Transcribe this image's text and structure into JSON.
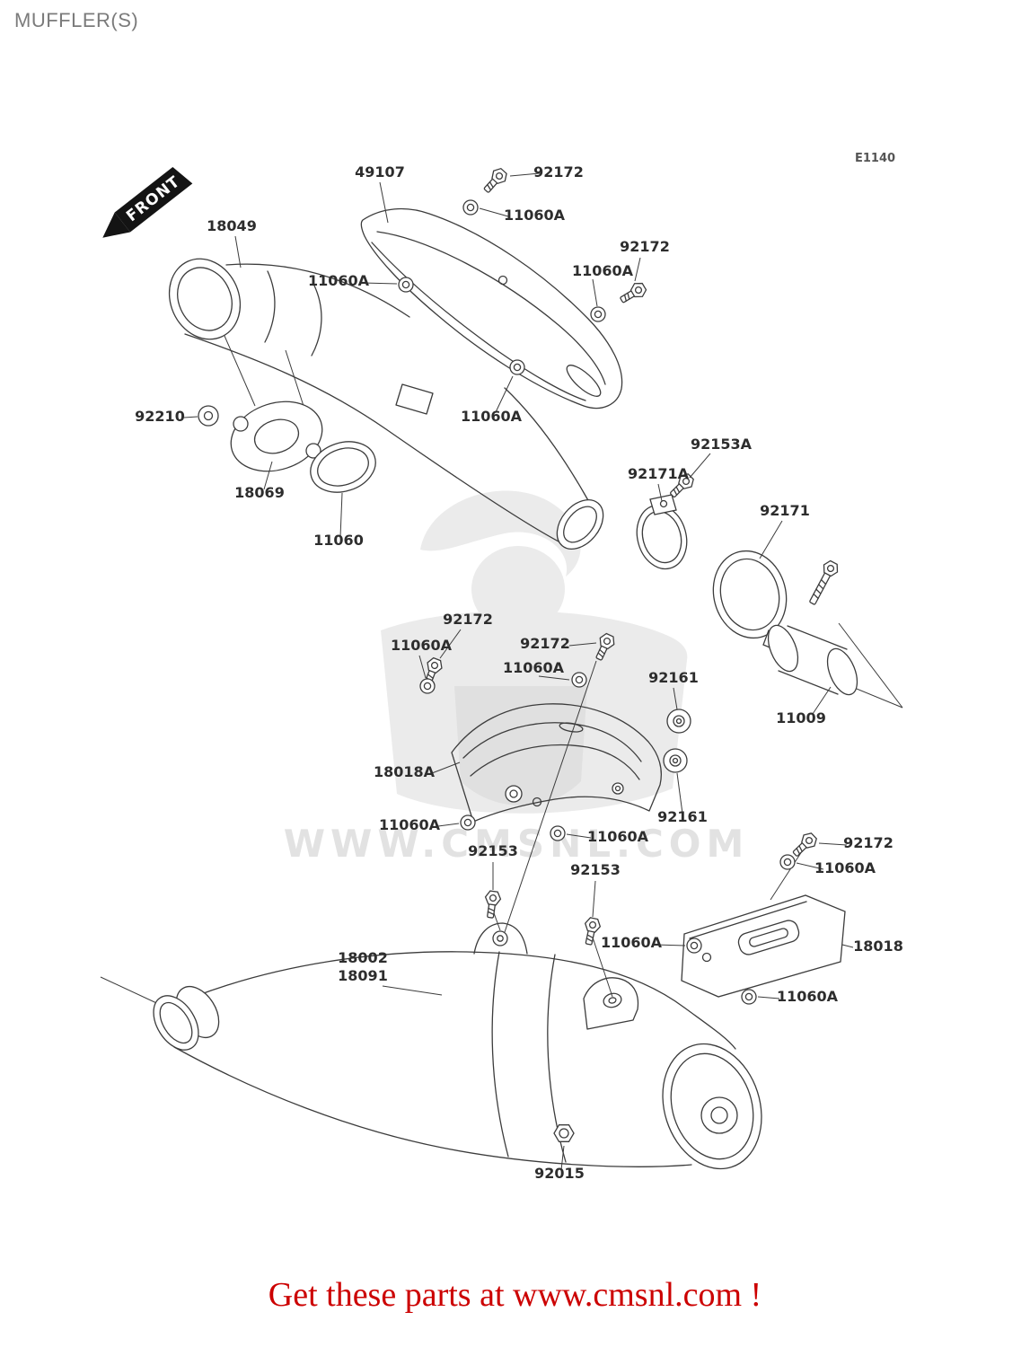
{
  "page": {
    "title": "MUFFLER(S)",
    "diagram_code": "E1140",
    "front_label": "FRONT",
    "watermark_text": "WWW.CMSNL.COM",
    "footer_text": "Get these parts at www.cmsnl.com !"
  },
  "colors": {
    "footer_red": "#cc0000",
    "title_gray": "#7b7b7b",
    "line_dark": "#3c3c3c",
    "watermark_gray": "#ebebeb"
  },
  "part_numbers": {
    "49107": "49107",
    "92172": "92172",
    "11060A": "11060A",
    "18049": "18049",
    "92210": "92210",
    "18069": "18069",
    "11060": "11060",
    "92153A": "92153A",
    "92171A": "92171A",
    "92171": "92171",
    "11009": "11009",
    "92161": "92161",
    "18018A": "18018A",
    "92153": "92153",
    "18002": "18002",
    "18091": "18091",
    "18018": "18018",
    "92015": "92015"
  }
}
